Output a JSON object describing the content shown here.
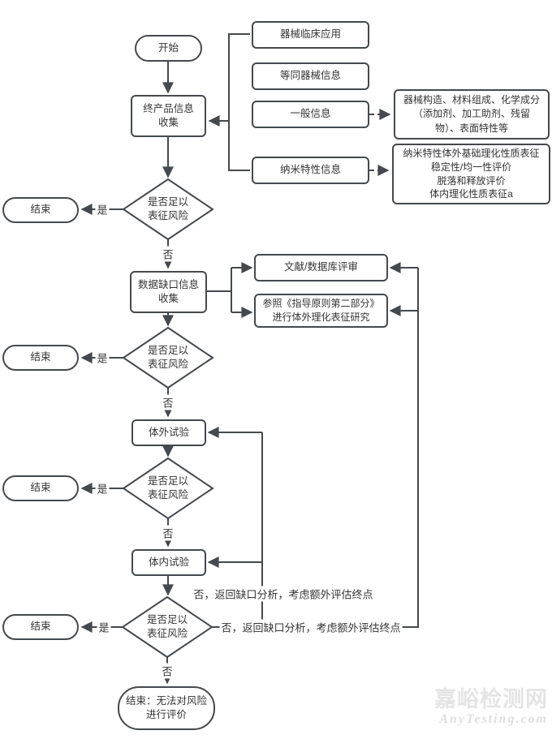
{
  "nodes": {
    "start": {
      "label": "开始"
    },
    "final_product_info": {
      "label": "终产品信息\n收集"
    },
    "clinical_application": {
      "label": "器械临床应用"
    },
    "equivalent_device": {
      "label": "等同器械信息"
    },
    "general_info": {
      "label": "一般信息"
    },
    "nano_info": {
      "label": "纳米特性信息"
    },
    "general_info_detail": {
      "label": "器械构造、材料组成、化学成分\n（添加剂、加工助剂、残留\n物）、表面特性等"
    },
    "nano_info_detail": {
      "label": "纳米特性体外基础理化性质表征\n稳定性/均一性评价\n脱落和释放评价\n体内理化性质表征a"
    },
    "decision": {
      "label": "是否足以\n表征风险"
    },
    "end": {
      "label": "结束"
    },
    "data_gap": {
      "label": "数据缺口信息\n收集"
    },
    "literature_review": {
      "label": "文献/数据库评审"
    },
    "guideline_reference": {
      "label": "参照《指导原则第二部分》\n进行体外理化表征研究"
    },
    "in_vitro_test": {
      "label": "体外试验"
    },
    "in_vivo_test": {
      "label": "体内试验"
    },
    "final_end": {
      "label": "结束：无法对风险\n进行评价"
    }
  },
  "edge_labels": {
    "yes": "是",
    "no": "否",
    "loop_back": "否，返回缺口分析，考虑额外评估终点"
  },
  "watermark": {
    "cn": "嘉峪检测网",
    "en": "AnyTesting.com"
  },
  "colors": {
    "line": "#45494d",
    "text": "#333333",
    "background": "#ffffff",
    "watermark_cn": "#e4e4e4",
    "watermark_en": "#dedede"
  }
}
